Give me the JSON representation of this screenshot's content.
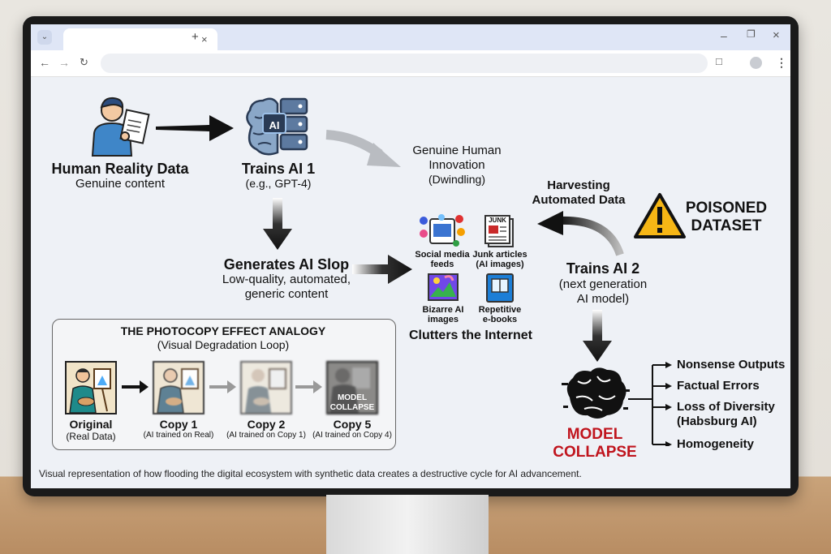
{
  "browser": {
    "tab_menu_icon": "chevron-down-icon",
    "new_tab_icon": "plus-icon",
    "tab_close_icon": "close-icon",
    "window_controls": [
      "minimize-icon",
      "restore-icon",
      "close-icon"
    ],
    "nav_icons": [
      "back-arrow-icon",
      "forward-arrow-icon",
      "reload-icon"
    ],
    "toolbar_icons": [
      "star-icon",
      "extensions-icon",
      "profile-icon",
      "menu-kebab-icon"
    ],
    "address_value": ""
  },
  "diagram": {
    "human": {
      "title": "Human Reality Data",
      "subtitle": "Genuine content"
    },
    "trains_ai1": {
      "title": "Trains AI 1",
      "subtitle": "(e.g., GPT-4)",
      "chip_label": "AI"
    },
    "genuine": {
      "line1": "Genuine Human",
      "line2": "Innovation",
      "line3": "(Dwindling)"
    },
    "slop": {
      "title": "Generates AI Slop",
      "line1": "Low-quality, automated,",
      "line2": "generic content"
    },
    "internet": {
      "social_1": "Social media",
      "social_2": "feeds",
      "junk_icon_text": "JUNK",
      "junk_1": "Junk articles",
      "junk_2": "(AI images)",
      "bizarre_1": "Bizarre AI",
      "bizarre_2": "images",
      "ebook_1": "Repetitive",
      "ebook_2": "e-books",
      "caption": "Clutters the Internet"
    },
    "harvest": {
      "line1": "Harvesting",
      "line2": "Automated Data"
    },
    "poison": {
      "line1": "POISONED",
      "line2": "DATASET",
      "warning_color": "#f6b615"
    },
    "trains_ai2": {
      "title": "Trains AI 2",
      "line1": "(next generation",
      "line2": "AI model)"
    },
    "collapse": {
      "line1": "MODEL",
      "line2": "COLLAPSE",
      "color": "#c0141d"
    },
    "outcomes": [
      "Nonsense Outputs",
      "Factual Errors",
      "Loss of Diversity",
      "Homogeneity"
    ],
    "outcome_sub": "(Habsburg AI)",
    "analogy": {
      "title": "THE PHOTOCOPY EFFECT ANALOGY",
      "subtitle": "(Visual Degradation Loop)",
      "overlay_1": "MODEL",
      "overlay_2": "COLLAPSE",
      "frames": [
        {
          "title": "Original",
          "sub": "(Real Data)"
        },
        {
          "title": "Copy 1",
          "sub": "(AI trained on Real)"
        },
        {
          "title": "Copy 2",
          "sub": "(AI trained on Copy 1)"
        },
        {
          "title": "Copy 5",
          "sub": "(AI trained on Copy 4)"
        }
      ]
    },
    "caption": "Visual representation of how flooding the digital ecosystem with synthetic data creates a destructive cycle for AI advancement."
  }
}
